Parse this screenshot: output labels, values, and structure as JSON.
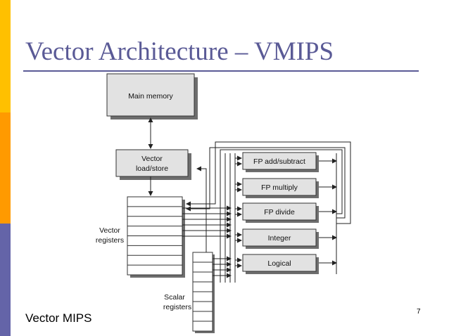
{
  "slide": {
    "title": "Vector Architecture – VMIPS",
    "footer_left": "Vector MIPS",
    "page_number": "7"
  },
  "diagram": {
    "main_memory": "Main memory",
    "load_store_line1": "Vector",
    "load_store_line2": "load/store",
    "vector_registers_line1": "Vector",
    "vector_registers_line2": "registers",
    "scalar_registers_line1": "Scalar",
    "scalar_registers_line2": "registers",
    "units": [
      "FP add/subtract",
      "FP multiply",
      "FP divide",
      "Integer",
      "Logical"
    ]
  },
  "colors": {
    "accent": "#5a5a96",
    "bar_top": "#ffc000",
    "bar_mid": "#ff9a00",
    "bar_bottom": "#6464a8",
    "box_fill": "#e2e2e2",
    "box_shadow": "#6e6e6e"
  }
}
